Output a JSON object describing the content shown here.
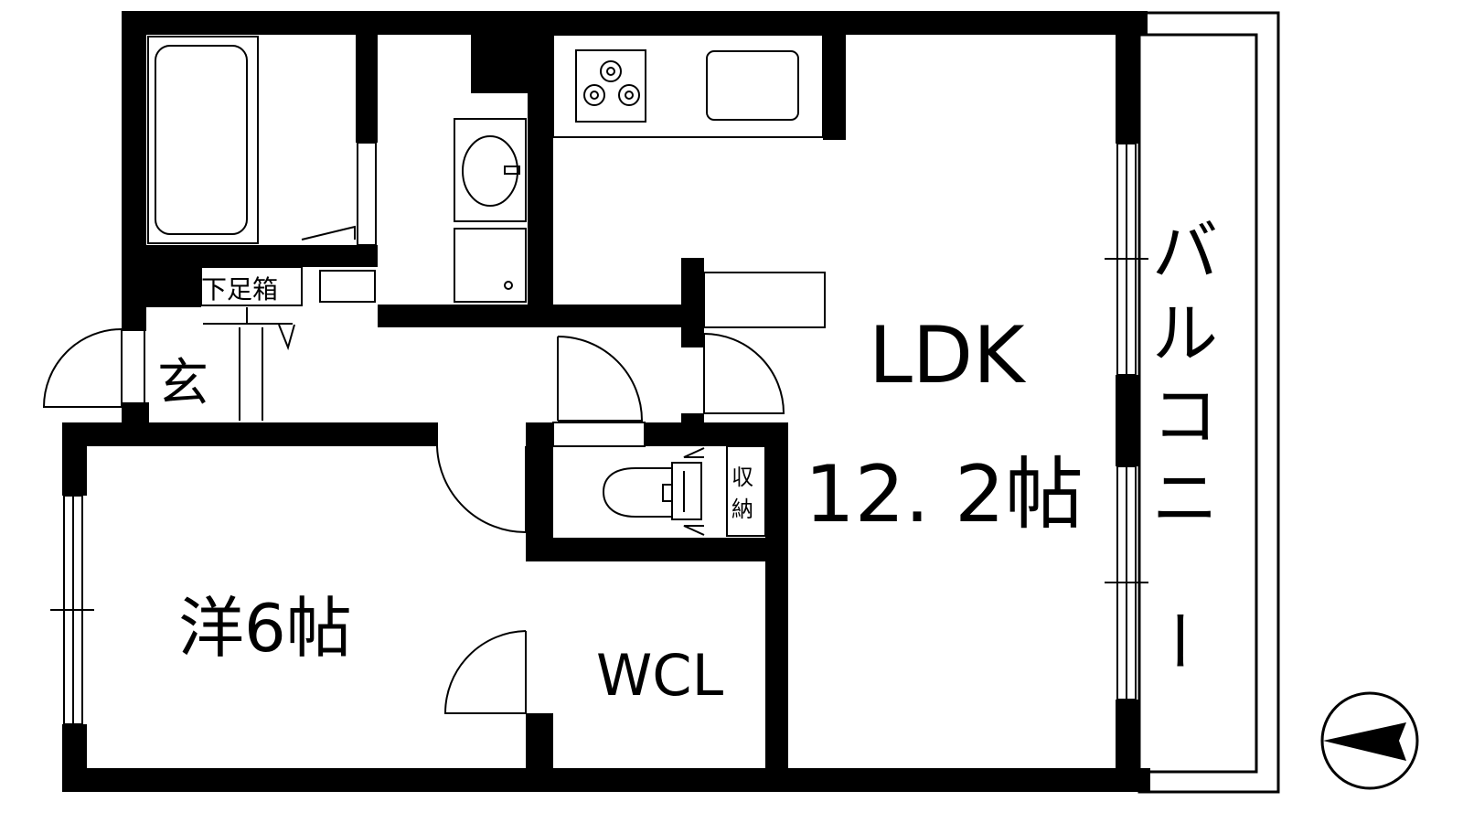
{
  "rooms": {
    "ldk": {
      "name": "LDK",
      "size": "12. 2帖"
    },
    "western": {
      "label": "洋6帖"
    },
    "wcl": {
      "label": "WCL"
    },
    "entrance": {
      "label": "玄"
    },
    "shoe_box": {
      "label": "下足箱"
    },
    "storage": {
      "label_top": "収",
      "label_bottom": "納"
    },
    "balcony": {
      "chars": [
        "バ",
        "ル",
        "コ",
        "ニ",
        "ー"
      ]
    }
  },
  "colors": {
    "wall": "#000000",
    "background": "#ffffff",
    "fixture_line": "#000000"
  },
  "icons": [
    "compass-icon",
    "stove-icon",
    "sink-icon",
    "toilet-icon",
    "bathtub-icon",
    "washbasin-icon"
  ]
}
